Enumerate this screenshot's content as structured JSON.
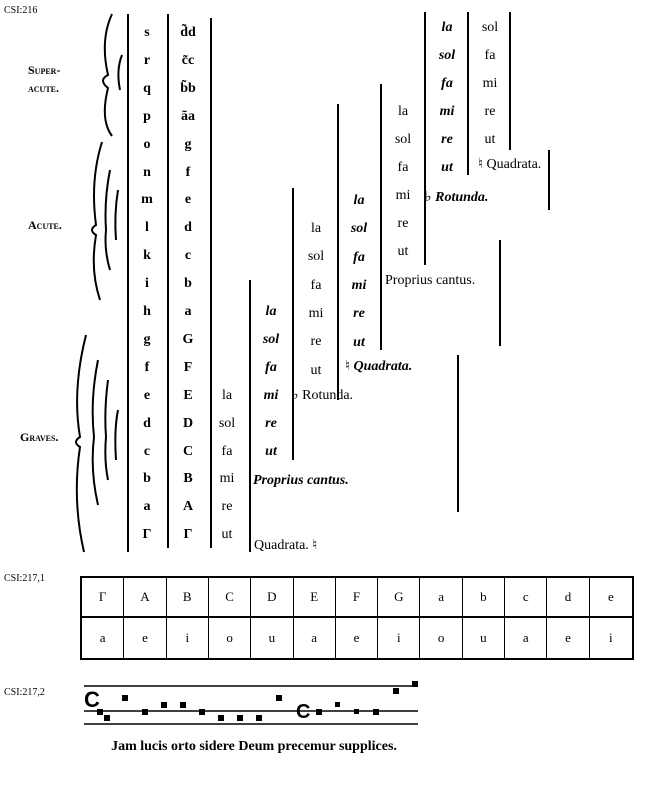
{
  "labels": {
    "fig1": "CSI:216",
    "fig2": "CSI:217,1",
    "fig3": "CSI:217,2"
  },
  "groups": {
    "superacute": "Super-",
    "superacute2": "acute.",
    "acute": "Acute.",
    "graves": "Graves."
  },
  "col_letters": [
    "s",
    "r",
    "q",
    "p",
    "o",
    "n",
    "m",
    "l",
    "k",
    "i",
    "h",
    "g",
    "f",
    "e",
    "d",
    "c",
    "b",
    "a",
    "Γ"
  ],
  "col_double": [
    "d̃d",
    "c̃c",
    "b̃b",
    "ãa",
    "g",
    "f",
    "e",
    "d",
    "c",
    "b",
    "a",
    "G",
    "F",
    "E",
    "D",
    "C",
    "B",
    "A",
    "Γ"
  ],
  "hexachords": [
    {
      "start": 13,
      "italic": false,
      "syll": [
        "la",
        "sol",
        "fa",
        "mi",
        "re",
        "ut"
      ]
    },
    {
      "start": 10,
      "italic": true,
      "syll": [
        "la",
        "sol",
        "fa",
        "mi",
        "re",
        "ut"
      ],
      "note": "Proprius cantus."
    },
    {
      "start": 7,
      "italic": false,
      "syll": [
        "la",
        "sol",
        "fa",
        "mi",
        "re",
        "ut"
      ],
      "note": "Rotunda."
    },
    {
      "start": 6,
      "italic": true,
      "syll": [
        "la",
        "sol",
        "fa",
        "mi",
        "re",
        "ut"
      ],
      "note": "Quadrata."
    },
    {
      "start": 3,
      "italic": false,
      "syll": [
        "la",
        "sol",
        "fa",
        "mi",
        "re",
        "ut"
      ],
      "note": "Proprius cantus."
    },
    {
      "start": 0,
      "italic": true,
      "syll": [
        "la",
        "sol",
        "fa",
        "mi",
        "re",
        "ut"
      ],
      "note": "Rotunda."
    },
    {
      "start": 0,
      "italic": false,
      "syll": [
        "sol",
        "fa",
        "mi",
        "re",
        "ut"
      ],
      "note": "Quadrata."
    }
  ],
  "bottom_note": "Quadrata.",
  "table_row1": [
    "Γ",
    "A",
    "B",
    "C",
    "D",
    "E",
    "F",
    "G",
    "a",
    "b",
    "c",
    "d",
    "e"
  ],
  "table_row2": [
    "a",
    "e",
    "i",
    "o",
    "u",
    "a",
    "e",
    "i",
    "o",
    "u",
    "a",
    "e",
    "i"
  ],
  "lyrics": "Jam lucis orto sidere Deum precemur supplices."
}
